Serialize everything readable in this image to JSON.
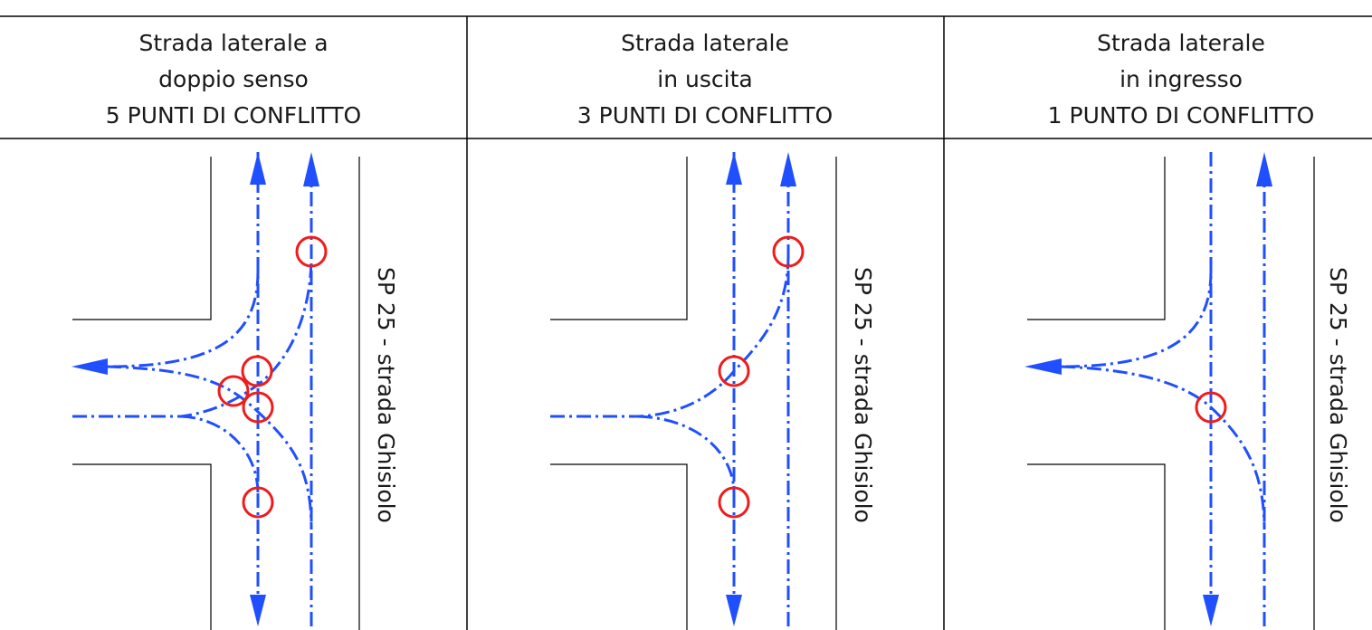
{
  "panels": [
    {
      "title_lines": [
        "Strada laterale a",
        "doppio senso",
        "5 PUNTI DI CONFLITTO"
      ],
      "road_label": "SP 25 - strada Ghisiolo",
      "conflict_points": 5
    },
    {
      "title_lines": [
        "Strada laterale",
        "in uscita",
        "3 PUNTI DI CONFLITTO"
      ],
      "road_label": "SP 25 - strada Ghisiolo",
      "conflict_points": 3
    },
    {
      "title_lines": [
        "Strada laterale",
        "in ingresso",
        "1 PUNTO DI CONFLITTO"
      ],
      "road_label": "SP 25 - strada Ghisiolo",
      "conflict_points": 1
    }
  ],
  "colors": {
    "flow": "#1f4fff",
    "conflict": "#ee1c1c",
    "lines": "#000000"
  }
}
